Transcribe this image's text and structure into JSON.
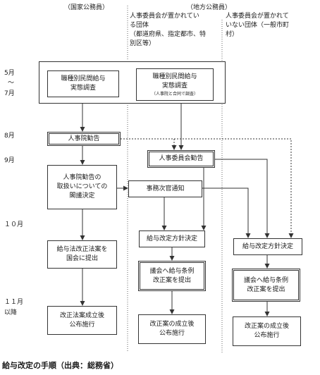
{
  "columns": {
    "national": "（国家公務員）",
    "local": "（地方公務員）",
    "local_with_committee": [
      "人事委員会が置かれてい",
      "る団体",
      "（都道府県、指定都市、特",
      "別区等）"
    ],
    "local_without_committee": [
      "人事委員会が置かれて",
      "いない団体（一般市町",
      "村）"
    ]
  },
  "periods": {
    "may": "5月",
    "tilde": "～",
    "july": "7月",
    "aug": "8月",
    "sep": "9月",
    "oct": "１０月",
    "nov": "１１月",
    "after": "以降"
  },
  "boxes": {
    "survey_national": [
      "職種別民間給与",
      "実態調査"
    ],
    "survey_local": [
      "職種別民間給与",
      "実態調査"
    ],
    "survey_local_note": "（人事院と合同で調査）",
    "nra_recommendation": "人事院勧告",
    "committee_recommendation": "人事委員会勧告",
    "cabinet_decision": [
      "人事院勧告の",
      "取扱いについての",
      "閣議決定"
    ],
    "vice_minister_notice": "事務次官通知",
    "policy_with_committee": "給与改定方針決定",
    "policy_without_committee": "給与改定方針決定",
    "bill_submission": [
      "給与法改正法案を",
      "国会に提出"
    ],
    "ordinance_with_committee": [
      "議会へ給与条例",
      "改正案を提出"
    ],
    "ordinance_without_committee": [
      "議会へ給与条例",
      "改正案を提出"
    ],
    "law_enacted": [
      "改正法案成立後",
      "公布施行"
    ],
    "ordinance_enacted_with": [
      "改正案の成立後",
      "公布施行"
    ],
    "ordinance_enacted_without": [
      "改正案の成立後",
      "公布施行"
    ]
  },
  "caption": "給与改定の手順（出典：総務省）"
}
